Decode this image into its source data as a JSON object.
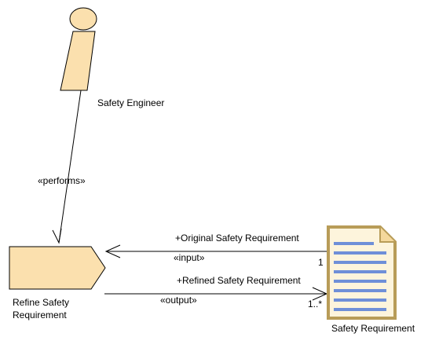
{
  "actor": {
    "name": "Safety Engineer",
    "icon": "role-icon"
  },
  "task": {
    "name_line1": "Refine Safety",
    "name_line2": "Requirement",
    "icon": "task-definition-icon"
  },
  "artifact": {
    "name": "Safety Requirement",
    "icon": "work-product-document-icon"
  },
  "relations": {
    "performs": {
      "stereotype": "«performs»"
    },
    "input": {
      "role": "+Original Safety Requirement",
      "stereotype": "«input»",
      "multiplicity": "1"
    },
    "output": {
      "role": "+Refined Safety Requirement",
      "stereotype": "«output»",
      "multiplicity": "1..*"
    }
  },
  "colors": {
    "fill": "#FBE0AE",
    "stroke": "#000000",
    "document_border": "#B89C58",
    "document_lines": "#6F8FD8"
  }
}
